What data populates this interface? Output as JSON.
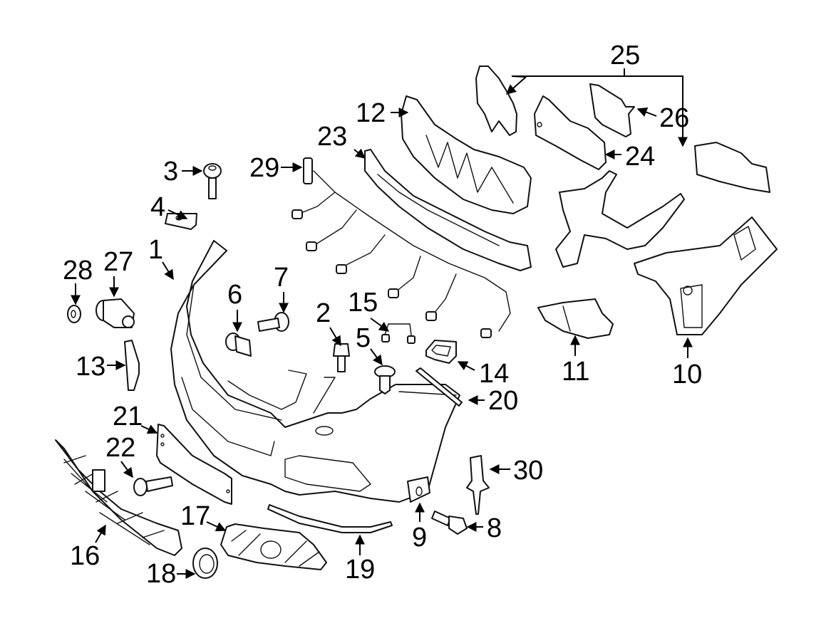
{
  "diagram": {
    "title": "Front bumper assembly - exploded parts view",
    "line_color": "#000000",
    "background": "#ffffff",
    "callouts": [
      {
        "id": "1",
        "part": "bumper-cover"
      },
      {
        "id": "2",
        "part": "bolt"
      },
      {
        "id": "3",
        "part": "screw"
      },
      {
        "id": "4",
        "part": "clip-nut"
      },
      {
        "id": "5",
        "part": "push-clip"
      },
      {
        "id": "6",
        "part": "retainer-clip"
      },
      {
        "id": "7",
        "part": "rivet"
      },
      {
        "id": "8",
        "part": "bolt"
      },
      {
        "id": "9",
        "part": "clip-nut"
      },
      {
        "id": "10",
        "part": "mounting-bracket"
      },
      {
        "id": "11",
        "part": "bracket"
      },
      {
        "id": "12",
        "part": "energy-absorber"
      },
      {
        "id": "13",
        "part": "side-bracket"
      },
      {
        "id": "14",
        "part": "sensor-holder"
      },
      {
        "id": "15",
        "part": "wiring-harness-pigtail"
      },
      {
        "id": "16",
        "part": "lower-grille"
      },
      {
        "id": "17",
        "part": "fog-lamp-grille"
      },
      {
        "id": "18",
        "part": "tow-hook-cover"
      },
      {
        "id": "19",
        "part": "lower-molding"
      },
      {
        "id": "20",
        "part": "trim-strip"
      },
      {
        "id": "21",
        "part": "license-bracket"
      },
      {
        "id": "22",
        "part": "bolt"
      },
      {
        "id": "23",
        "part": "impact-absorber"
      },
      {
        "id": "24",
        "part": "support-bracket"
      },
      {
        "id": "25",
        "part": "guide-brackets"
      },
      {
        "id": "26",
        "part": "guide-bracket"
      },
      {
        "id": "27",
        "part": "park-assist-sensor"
      },
      {
        "id": "28",
        "part": "sensor-spacer"
      },
      {
        "id": "29",
        "part": "wiring-harness"
      },
      {
        "id": "30",
        "part": "temperature-sensor"
      }
    ]
  }
}
